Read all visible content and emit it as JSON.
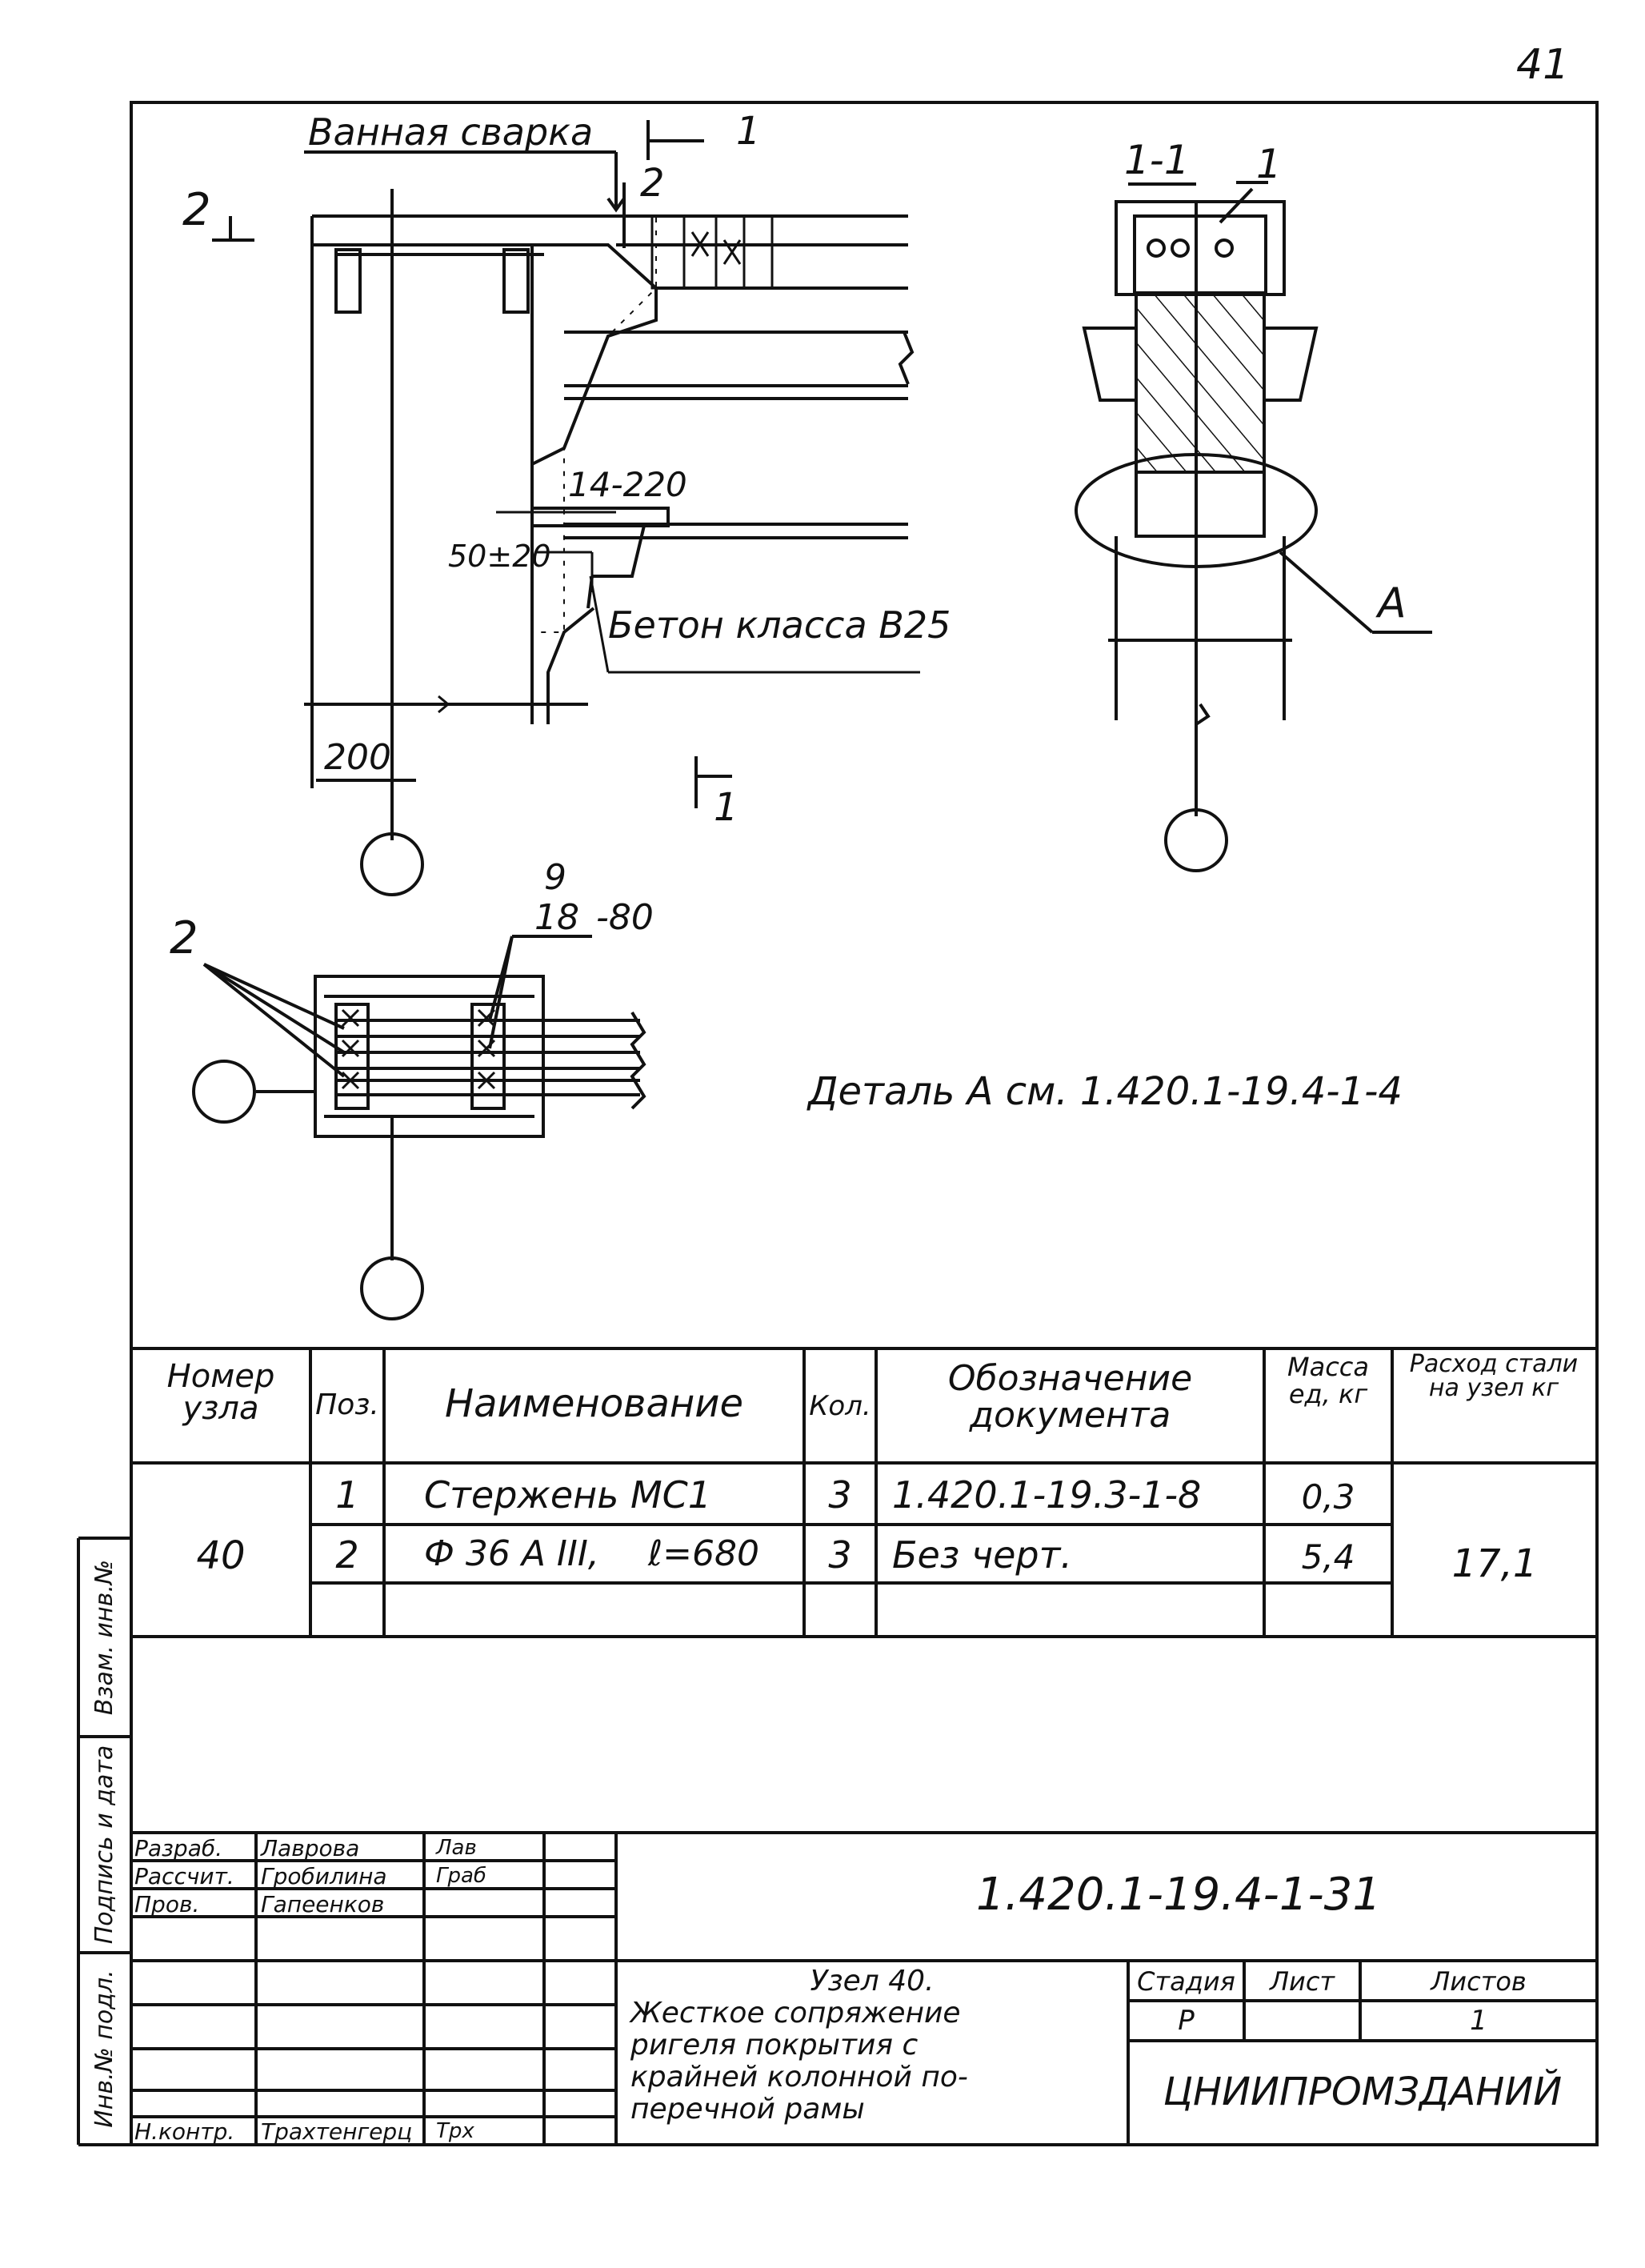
{
  "page_number": "41",
  "drawing": {
    "weld_label": "Ванная сварка",
    "section_mark": "1",
    "section_mark_2": "2",
    "section_title": "1-1",
    "section_pos_label": "1",
    "weld_spec": "14-220",
    "gap_dimension": "50±20",
    "concrete_label": "Бетон класса В25",
    "dimension_200": "200",
    "detail_marker": "А",
    "plan_pos_label": "2",
    "plan_spacing_top": "9",
    "plan_spacing_bottom": "18",
    "plan_spacing_suffix": "-80",
    "detail_reference": "Деталь А см. 1.420.1-19.4-1-4"
  },
  "spec_table": {
    "headers": {
      "node_number": "Номер узла",
      "position": "Поз.",
      "name": "Наименование",
      "quantity": "Кол.",
      "document": "Обозначение документа",
      "unit_mass": "Масса ед, кг",
      "steel_total": "Расход стали на узел кг"
    },
    "node": "40",
    "total_steel": "17,1",
    "rows": [
      {
        "pos": "1",
        "name": "Стержень МС1",
        "qty": "3",
        "doc": "1.420.1-19.3-1-8",
        "mass": "0,3"
      },
      {
        "pos": "2",
        "name": "Ф 36 А III,",
        "length": "ℓ=680",
        "qty": "3",
        "doc": "Без черт.",
        "mass": "5,4"
      }
    ]
  },
  "side_stamp": {
    "inv_orig": "Инв.№ подл.",
    "signature_date": "Подпись и дата",
    "replaced_inv": "Взам. инв.№"
  },
  "title_block": {
    "document_code": "1.420.1-19.4-1-31",
    "roles": [
      {
        "role": "Разраб.",
        "name": "Лаврова",
        "sign": "Лав"
      },
      {
        "role": "Рассчит.",
        "name": "Гробилина",
        "sign": "Граб"
      },
      {
        "role": "Пров.",
        "name": "Гапеенков",
        "sign": ""
      },
      {
        "role": "Н.контр.",
        "name": "Трахтенгерц",
        "sign": "Трх"
      }
    ],
    "title": [
      "Узел 40.",
      "Жесткое сопряжение",
      "ригеля покрытия с",
      "крайней колонной по-",
      "перечной рамы"
    ],
    "stage_label": "Стадия",
    "sheet_label": "Лист",
    "sheets_label": "Листов",
    "stage": "Р",
    "sheet": "",
    "sheets": "1",
    "organization": "ЦНИИПРОМЗДАНИЙ"
  }
}
